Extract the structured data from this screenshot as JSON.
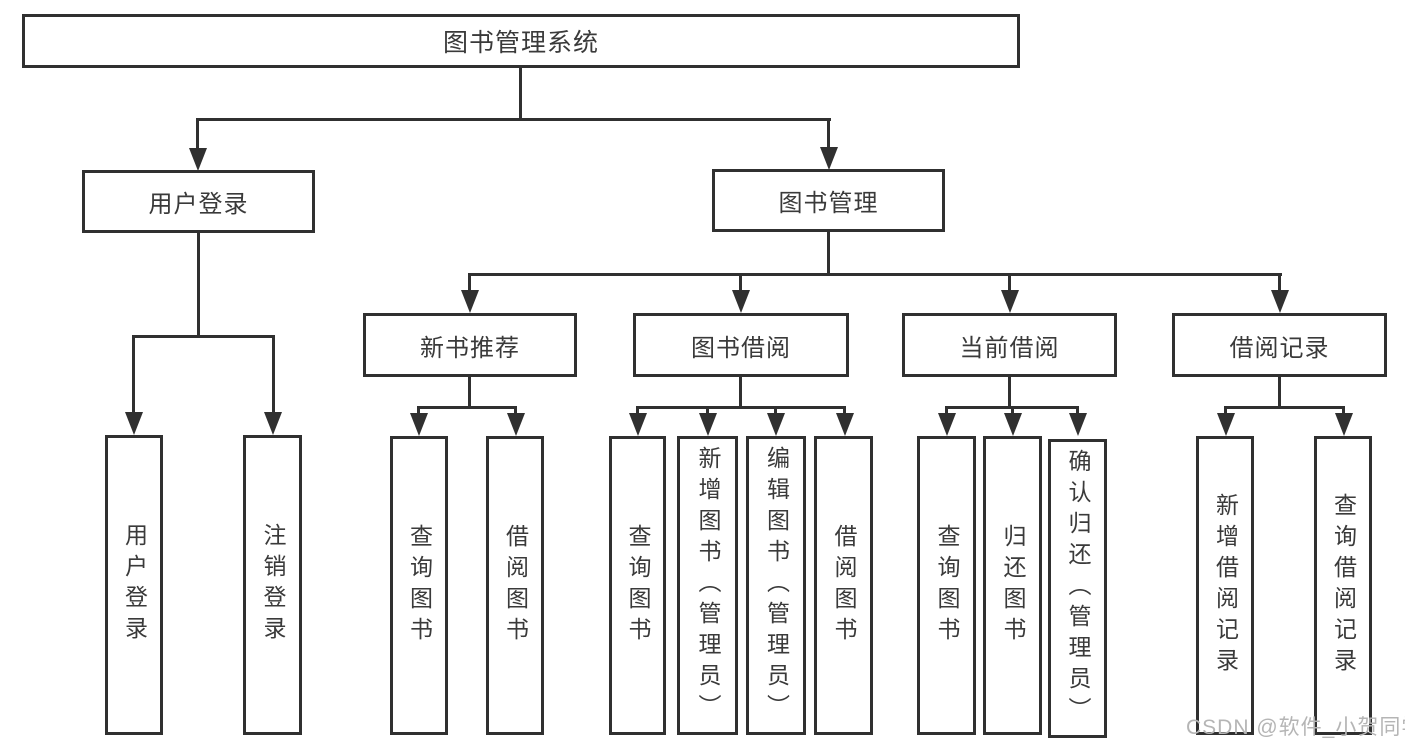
{
  "tree": {
    "root": "图书管理系统",
    "branches": [
      {
        "label": "用户登录",
        "children": [
          "用户登录",
          "注销登录"
        ]
      },
      {
        "label": "图书管理",
        "sections": [
          {
            "label": "新书推荐",
            "children": [
              "查询图书",
              "借阅图书"
            ]
          },
          {
            "label": "图书借阅",
            "children": [
              "查询图书",
              "新增图书（管理员）",
              "编辑图书（管理员）",
              "借阅图书"
            ]
          },
          {
            "label": "当前借阅",
            "children": [
              "查询图书",
              "归还图书",
              "确认归还（管理员）"
            ]
          },
          {
            "label": "借阅记录",
            "children": [
              "新增借阅记录",
              "查询借阅记录"
            ]
          }
        ]
      }
    ]
  },
  "watermark": "CSDN @软件_小贺同学",
  "colors": {
    "line": "#303030",
    "text": "#3a3a3a",
    "watermark": "#b5b5b5",
    "background": "#ffffff"
  }
}
